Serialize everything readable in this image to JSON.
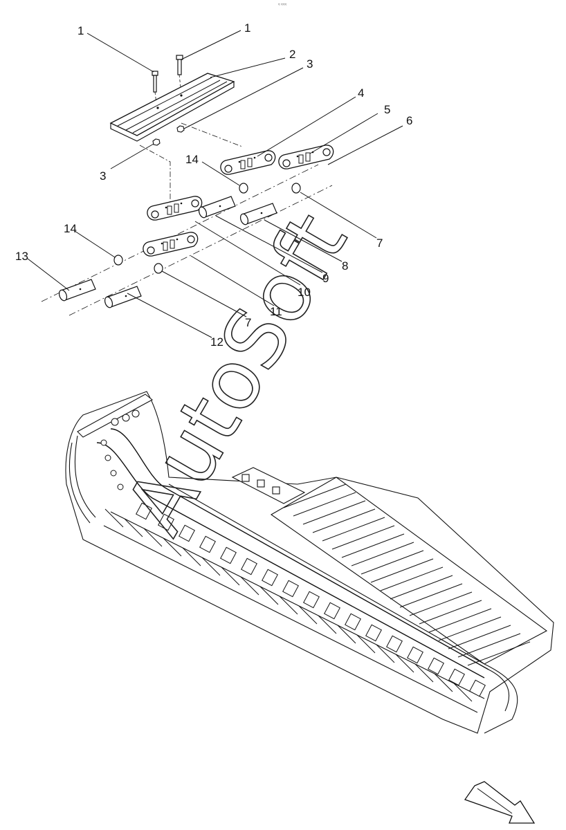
{
  "header": {
    "tiny_mark": "≈ ≈≈≈"
  },
  "watermark": {
    "text": "AutoSoft"
  },
  "callouts": [
    {
      "id": "c1a",
      "label": "1"
    },
    {
      "id": "c1b",
      "label": "1"
    },
    {
      "id": "c2",
      "label": "2"
    },
    {
      "id": "c3a",
      "label": "3"
    },
    {
      "id": "c3b",
      "label": "3"
    },
    {
      "id": "c4",
      "label": "4"
    },
    {
      "id": "c5",
      "label": "5"
    },
    {
      "id": "c6",
      "label": "6"
    },
    {
      "id": "c14a",
      "label": "14"
    },
    {
      "id": "c7a",
      "label": "7"
    },
    {
      "id": "c8",
      "label": "8"
    },
    {
      "id": "c9",
      "label": "9"
    },
    {
      "id": "c10",
      "label": "10"
    },
    {
      "id": "c11",
      "label": "11"
    },
    {
      "id": "c14b",
      "label": "14"
    },
    {
      "id": "c13",
      "label": "13"
    },
    {
      "id": "c7b",
      "label": "7"
    },
    {
      "id": "c12",
      "label": "12"
    }
  ],
  "direction_arrow": {
    "icon": "front-direction-arrow-icon"
  }
}
